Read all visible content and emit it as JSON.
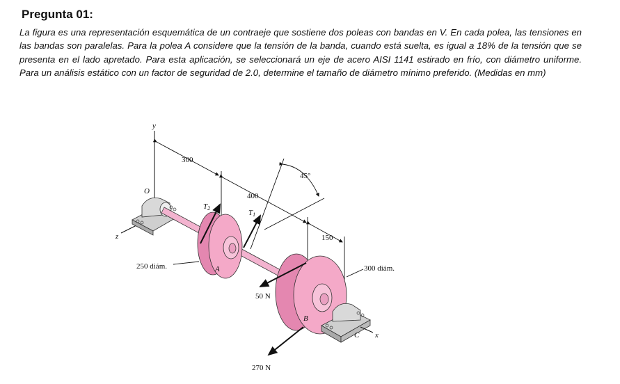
{
  "question": {
    "title": "Pregunta 01:",
    "text": "La figura es una representación esquemática de un contraeje que sostiene dos poleas con bandas en V. En cada polea, las tensiones en las bandas son paralelas. Para la polea A considere que la tensión de la banda, cuando está suelta, es igual a 18% de la tensión que se presenta en el lado apretado. Para esta aplicación, se seleccionará un eje de acero AISI 1141 estirado en frío, con diámetro uniforme. Para un análisis estático con un factor de seguridad de 2.0, determine el tamaño de diámetro mínimo preferido. (Medidas en mm)"
  },
  "figure": {
    "axis_y": "y",
    "axis_z": "z",
    "axis_x": "x",
    "origin": "O",
    "dim_300": "300",
    "dim_400": "400",
    "dim_150": "150",
    "angle": "45°",
    "tension_2": "T",
    "tension_2_sub": "2",
    "tension_1": "T",
    "tension_1_sub": "1",
    "pulley_a": "A",
    "pulley_b": "B",
    "bearing_c": "C",
    "diam_a": "250 diám.",
    "diam_b": "300 diám.",
    "force_50": "50 N",
    "force_270": "270 N",
    "colors": {
      "pulley": "#f4a9c8",
      "pulley_dark": "#e487b0",
      "bearing": "#d6d6d6"
    }
  }
}
